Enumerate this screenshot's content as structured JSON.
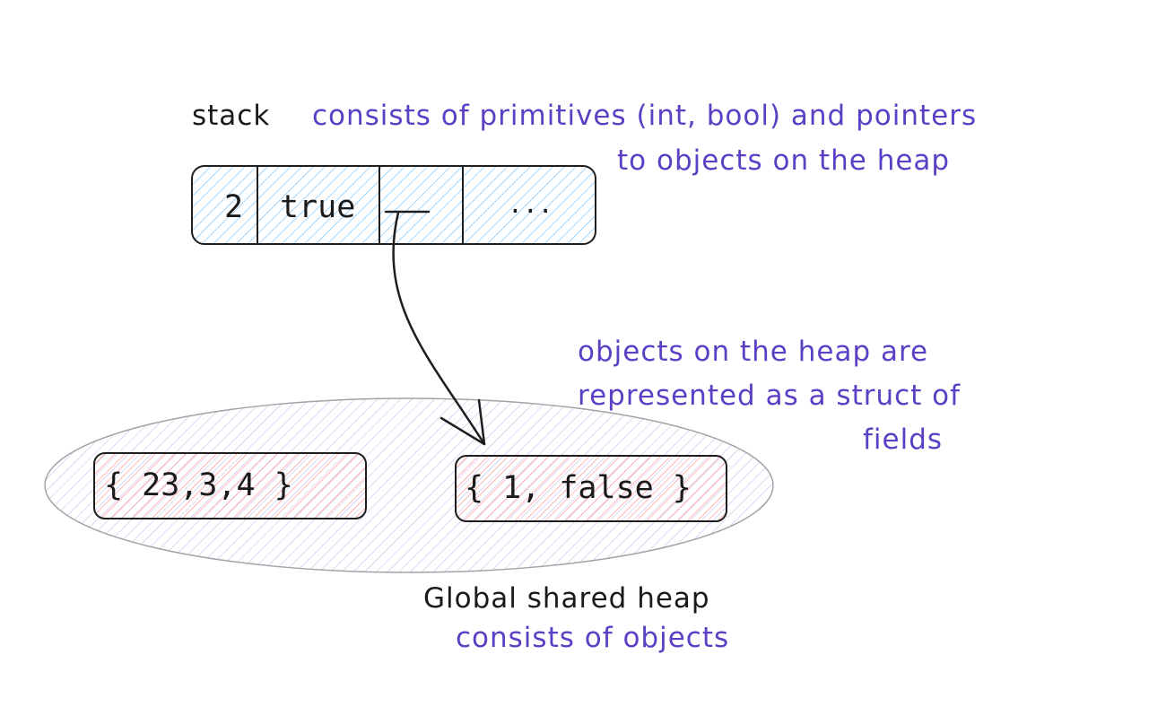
{
  "stack": {
    "label": "stack",
    "note_line1": "consists of primitives (int, bool) and pointers",
    "note_line2": "to objects on the heap",
    "cells": [
      "2",
      "true",
      "",
      "..."
    ]
  },
  "heap": {
    "note_line1": "objects on the heap are",
    "note_line2": "represented as a struct of",
    "note_line3": "fields",
    "objects": [
      "{ 23,3,4 }",
      "{ 1, false }"
    ],
    "label": "Global shared heap",
    "sublabel": "consists of objects"
  },
  "colors": {
    "stack_fill": "#a5d8ff",
    "object_fill": "#ffc9c9",
    "heap_fill": "#d0bfff",
    "stroke": "#1e1e1e",
    "note_text": "#5b3fc4"
  }
}
